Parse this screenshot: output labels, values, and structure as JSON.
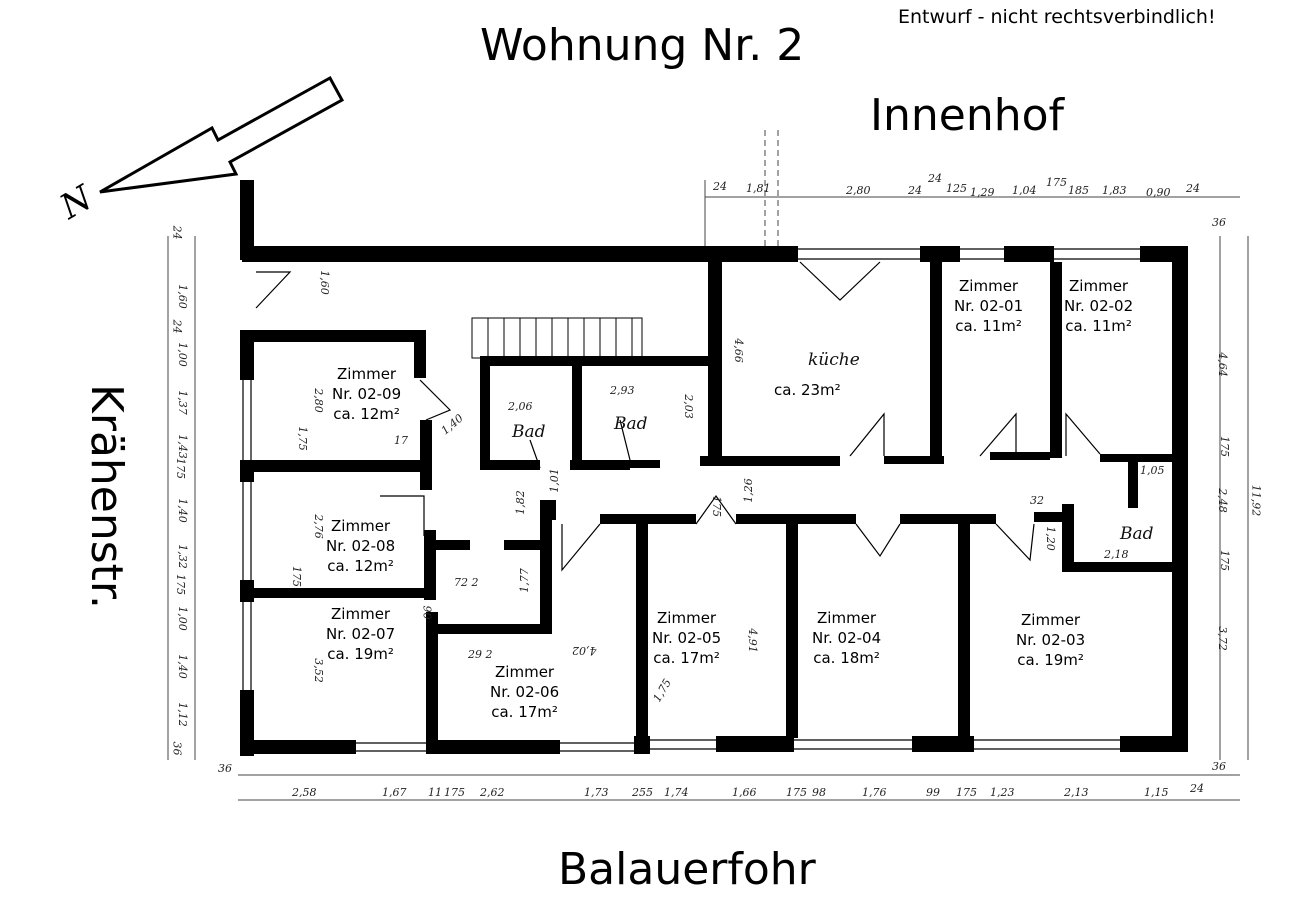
{
  "header": {
    "title": "Wohnung Nr. 2",
    "disclaimer": "Entwurf - nicht rechtsverbindlich!"
  },
  "streets": {
    "top": "Innenhof",
    "left": "Krähenstr.",
    "bottom": "Balauerfohr"
  },
  "north_label": "N",
  "rooms": [
    {
      "id": "02-01",
      "line1": "Zimmer",
      "line2": "Nr. 02-01",
      "line3": "ca. 11m²"
    },
    {
      "id": "02-02",
      "line1": "Zimmer",
      "line2": "Nr. 02-02",
      "line3": "ca. 11m²"
    },
    {
      "id": "02-03",
      "line1": "Zimmer",
      "line2": "Nr. 02-03",
      "line3": "ca. 19m²"
    },
    {
      "id": "02-04",
      "line1": "Zimmer",
      "line2": "Nr. 02-04",
      "line3": "ca. 18m²"
    },
    {
      "id": "02-05",
      "line1": "Zimmer",
      "line2": "Nr. 02-05",
      "line3": "ca. 17m²"
    },
    {
      "id": "02-06",
      "line1": "Zimmer",
      "line2": "Nr. 02-06",
      "line3": "ca. 17m²"
    },
    {
      "id": "02-07",
      "line1": "Zimmer",
      "line2": "Nr. 02-07",
      "line3": "ca. 19m²"
    },
    {
      "id": "02-08",
      "line1": "Zimmer",
      "line2": "Nr. 02-08",
      "line3": "ca. 12m²"
    },
    {
      "id": "02-09",
      "line1": "Zimmer",
      "line2": "Nr. 02-09",
      "line3": "ca. 12m²"
    }
  ],
  "kitchen": {
    "label": "küche",
    "area": "ca. 23m²"
  },
  "baths": [
    "Bad",
    "Bad",
    "Bad"
  ],
  "dims_top": [
    "24",
    "1,81",
    "2,80",
    "24",
    "24",
    "125",
    "1,29",
    "1,04",
    "175",
    "185",
    "1,83",
    "0,90",
    "24",
    "36"
  ],
  "dims_bottom": [
    "36",
    "2,58",
    "1,67",
    "11",
    "175",
    "2,62",
    "1,73",
    "255",
    "1,74",
    "1,66",
    "175",
    "98",
    "1,76",
    "99",
    "175",
    "1,23",
    "2,13",
    "1,15",
    "24",
    "36"
  ],
  "dims_left": [
    "24",
    "1,60",
    "24",
    "1,00",
    "1,37",
    "1,43",
    "175",
    "1,40",
    "1,32",
    "175",
    "1,00",
    "1,40",
    "1,12",
    "36"
  ],
  "dims_right": [
    "4,64",
    "175",
    "2,48",
    "175",
    "3,72",
    "11,92"
  ],
  "dims_interior": [
    "1,60",
    "2,80",
    "1,75",
    "17",
    "1,40",
    "2,06",
    "2,93",
    "2,03",
    "4,66",
    "2,76",
    "175",
    "72 2",
    "1,82",
    "1,01",
    "1,77",
    "3,52",
    "90",
    "29 2",
    "4,02",
    "4,91",
    "1,75",
    "1,26",
    "175",
    "1,05",
    "1,20",
    "2,18",
    "32"
  ]
}
